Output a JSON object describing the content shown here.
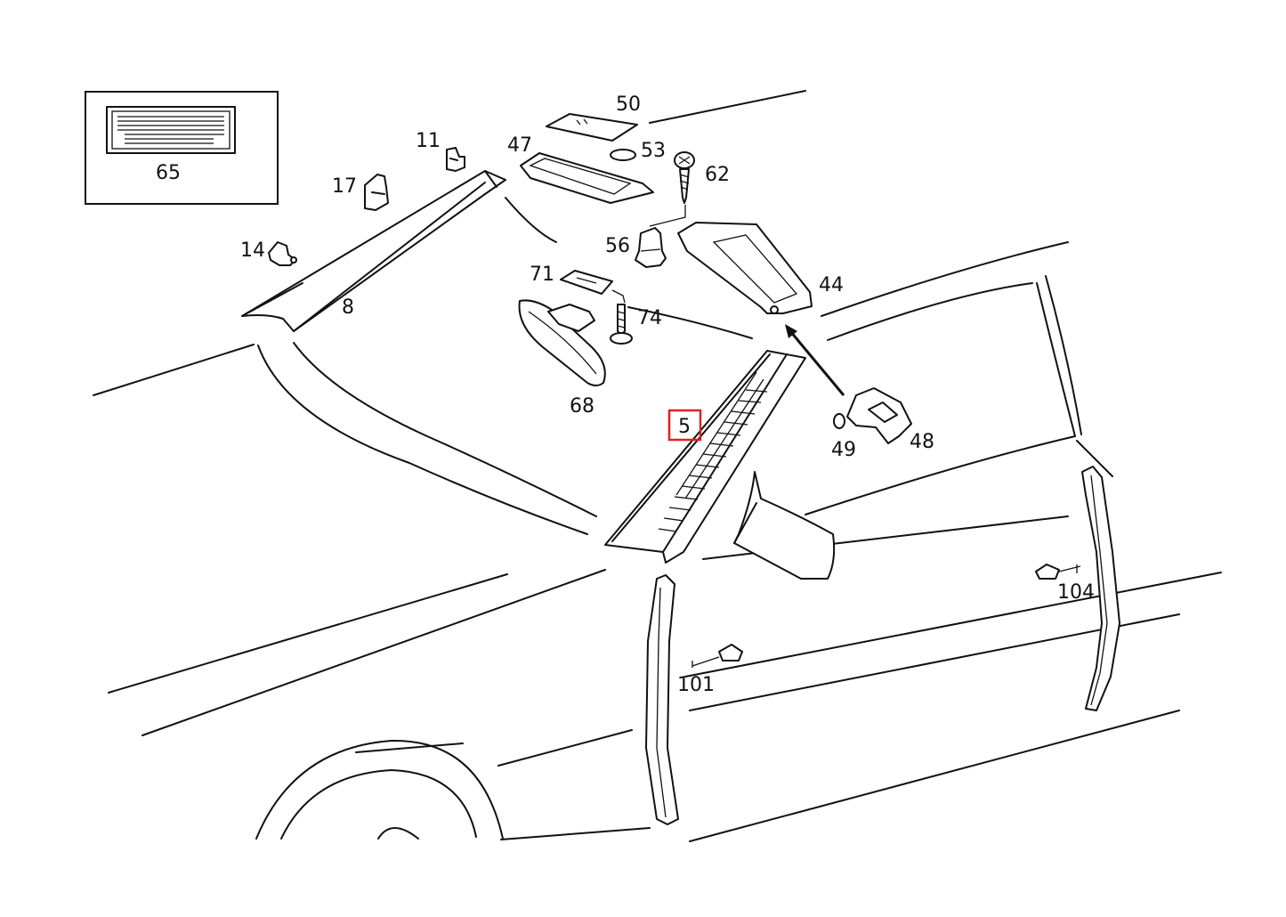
{
  "diagram": {
    "highlight_color": "#e02020",
    "highlighted_callout": "5",
    "callouts": {
      "c50": "50",
      "c53": "53",
      "c47": "47",
      "c62": "62",
      "c11": "11",
      "c17": "17",
      "c65": "65",
      "c14": "14",
      "c8": "8",
      "c56": "56",
      "c44": "44",
      "c71": "71",
      "c74": "74",
      "c68": "68",
      "c5": "5",
      "c49": "49",
      "c48": "48",
      "c104": "104",
      "c101": "101"
    }
  }
}
